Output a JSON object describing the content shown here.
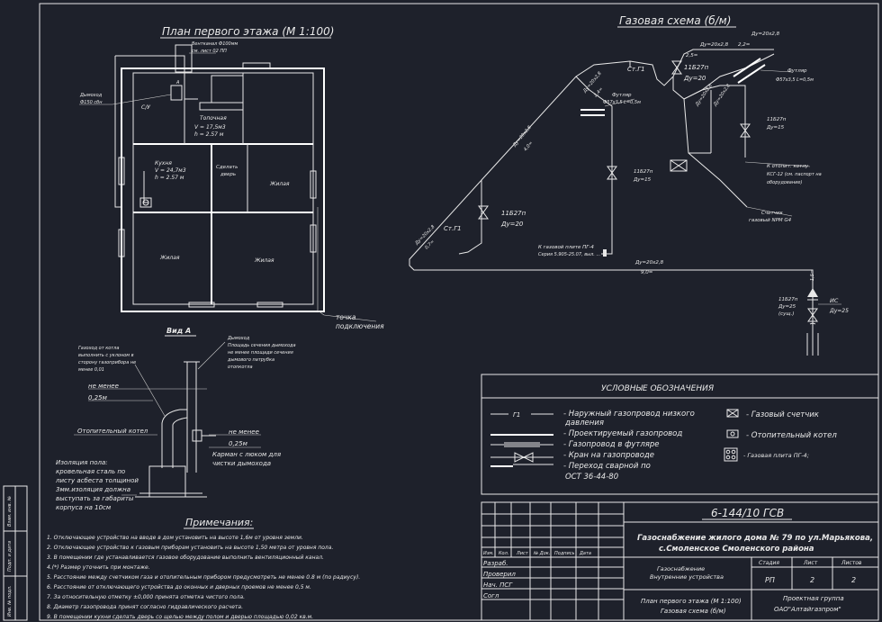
{
  "plan": {
    "title": "План первого этажа (М 1:100)",
    "vent": [
      "Вентканал Ф100мм",
      "см. лист 02 ПП"
    ],
    "chimney": [
      "Дымоход",
      "Ф150 сбн"
    ],
    "su": "С/У",
    "boiler_room": [
      "Топочная",
      "V = 17,5м3",
      "h = 2.57 м"
    ],
    "kitchen": [
      "Кухня",
      "V = 24,7м3",
      "h = 2.57 м"
    ],
    "door_note": [
      "Сделать",
      "дверь"
    ],
    "living": "Жилая",
    "mark_a": "А",
    "point_label": [
      "точка",
      "подключения"
    ]
  },
  "view_a": {
    "title": "Вид А",
    "gas_from_boiler": [
      "Газоход от котла",
      "выполнить с уклоном в",
      "сторону газоприбора не",
      "менее 0,01"
    ],
    "min1": "не менее",
    "min1_val": "0,25м",
    "chimney_note": [
      "Дымоход",
      "Площадь сечения дымохода",
      "не менее площади сечения",
      "дымового патрубка",
      "отопкотла"
    ],
    "boiler": "Отопительный котел",
    "min2": "не менее",
    "min2_val": "0,25м",
    "pocket": [
      "Карман с люком для",
      "чистки дымохода"
    ],
    "floor_iso": [
      "Изоляция пола:",
      "кровельная сталь по",
      "листу асбеста толщиной",
      "3мм.изоляция должна",
      "выступать за габариты",
      "корпуса на 10см"
    ]
  },
  "scheme": {
    "title": "Газовая схема (б/м)",
    "labels": {
      "du20_top": "Ду=20х2,8",
      "du20_2": "Ду=20х2,8",
      "dim22": "2,2=",
      "dim25": "2,5=",
      "st1": "Ст.Г1",
      "v11b27p_1": "11Б27п",
      "du20_v1": "Ду=20",
      "du20_d1": "Ду=20х2,8",
      "dim24": "2,4=",
      "futlyar1": "Футляр",
      "futlyar1_spec": "Ф57х3,5 L=0,5м",
      "futlyar2": "Футляр",
      "futlyar2_spec": "Ф57х3,5 L=0,5м",
      "du20_d2": "Ду=20х2,8",
      "dim_d2": "4,0=",
      "du20_d3": "Ду=20х2,8",
      "du20_d4": "Ду=20х2,8",
      "v11b27p_2": "11Б27п",
      "du15_2": "Ду=15",
      "v11b27p_3": "11Б27п",
      "du15_3": "Ду=15",
      "to_boiler": [
        "К отопит. котлу",
        "КСГ-12 (см. паспорт на",
        "оборудование)"
      ],
      "counter": [
        "Счетчик",
        "газовый NPM G4"
      ],
      "du20_left": "Ду=20х2,8",
      "dim_left": "0,7=",
      "st2": "Ст.Г1",
      "v11b27p_4": "11Б27п",
      "du20_v4": "Ду=20",
      "to_stove": [
        "К газовой плите ПГ-4",
        "Серия 5.905-25.07, выл. ..."
      ],
      "du20_bottom": "Ду=20х2,8",
      "dim_bottom": "9,0=",
      "dim_right": "1,5=",
      "v11b27p_5": "11Б27п",
      "du25_5": "Ду=25",
      "underground": "(сущ.)",
      "is": "ИС",
      "du25_is": "Ду=25"
    }
  },
  "legend": {
    "title": "УСЛОВНЫЕ ОБОЗНАЧЕНИЯ",
    "g1": "Г1",
    "items": [
      "- Наружный газопровод низкого",
      "давления",
      "- Проектируемый газопровод",
      "- Газопровод в футляре",
      "- Кран на газопроводе",
      "- Переход сварной по",
      "ОСТ 36-44-80"
    ],
    "right_items": [
      "- Газовый счетчик",
      "- Отопительный котел",
      "- Газовая плита ПГ-4;"
    ]
  },
  "notes": {
    "title": "Примечания:",
    "items": [
      "1. Отключающее устройство на вводе в дом установить на высоте 1,6м  от уровня земли.",
      "2. Отключающее устройство к газовым приборам установить на высоте 1,50 метра от уровня пола.",
      "3. В помещении где устанавливается газовое оборудование выполнить вентиляционный канал.",
      "4.(*) Размер уточнить при монтаже.",
      "5. Расстояние между счетчиком газа и отопительным прибором предусмотреть не менее 0.8 м (по радиусу).",
      "6. Расстояние от отключающего устройства до оконных и дверных проемов не менее 0,5 м.",
      "7. За относительную отметку ±0,000 принята  отметка чистого пола.",
      "8. Диаметр газопровода принят согласно гидравлического расчета.",
      "9. В помещении кухни сделать дверь со щелью между полом и дверью площадью 0,02 кв.м."
    ]
  },
  "stamp": {
    "code": "6-144/10  ГСВ",
    "object": [
      "Газоснабжение  жилого дома № 79 по ул.Марьякова,",
      "с.Смоленское Смоленского района"
    ],
    "cols": [
      "Изм.",
      "Кол.",
      "Лист",
      "№ Док.",
      "Подпись",
      "Дата"
    ],
    "roles": [
      "Разраб.",
      "Проверил",
      "Нач. ПСГ",
      "Согл"
    ],
    "section": [
      "Газоснабжение",
      "Внутренние устройства"
    ],
    "stage_h": "Стадия",
    "sheet_h": "Лист",
    "sheets_h": "Листов",
    "stage": "РП",
    "sheet": "2",
    "sheets": "2",
    "drawing": [
      "План первого этажа (М 1:100)",
      "Газовая схема (б/м)"
    ],
    "org": [
      "Проектная группа",
      "ОАО\"Алтайгазпром\""
    ]
  },
  "side_stamp": [
    "Взам. инв. №",
    "Подп. и дата",
    "Инв. № подл."
  ]
}
